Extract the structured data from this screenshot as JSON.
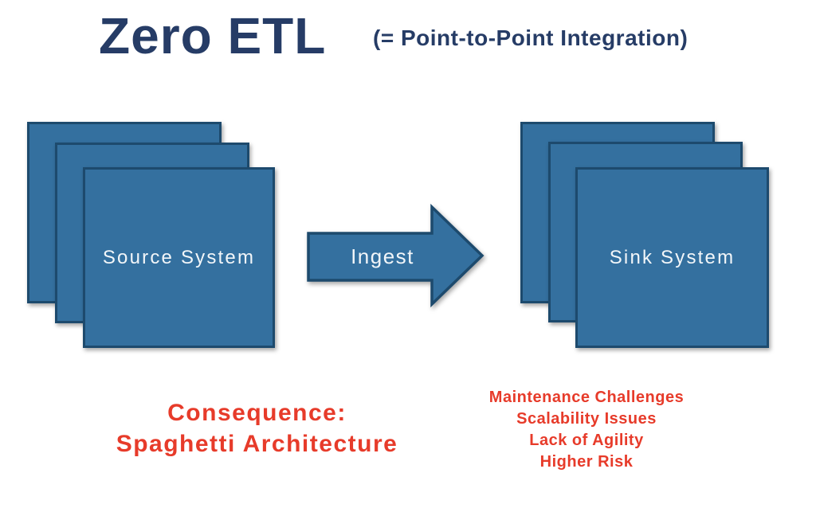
{
  "title": "Zero ETL",
  "subtitle": "(= Point-to-Point Integration)",
  "source": {
    "label": "Source System"
  },
  "arrow": {
    "label": "Ingest"
  },
  "sink": {
    "label": "Sink System"
  },
  "consequence": {
    "heading": "Consequence:",
    "text": "Spaghetti Architecture"
  },
  "risks": [
    "Maintenance Challenges",
    "Scalability Issues",
    "Lack of Agility",
    "Higher Risk"
  ],
  "colors": {
    "navy": "#263c66",
    "red": "#e73b2a",
    "shape_fill": "#34709f",
    "shape_border": "#1d4a6d",
    "label": "#f2f6f9"
  }
}
